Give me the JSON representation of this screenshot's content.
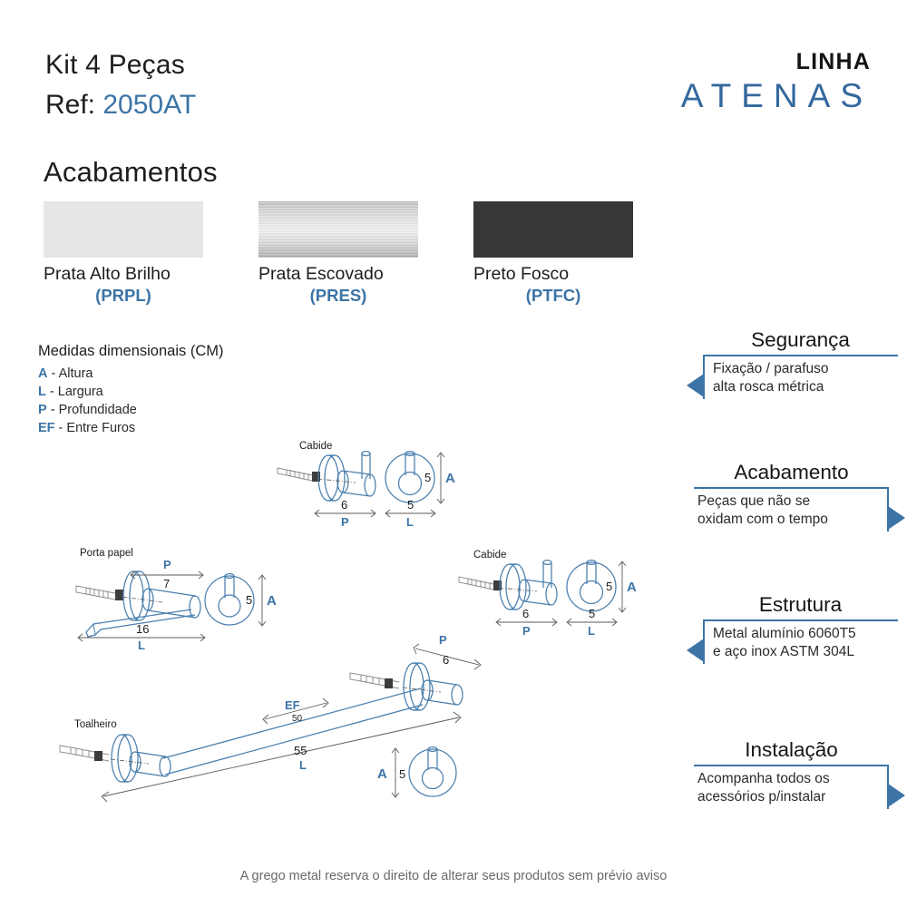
{
  "header": {
    "kit_title": "Kit 4 Peças",
    "ref_label": "Ref: ",
    "ref_value": "2050AT",
    "brand_line": "LINHA",
    "brand_name": "ATENAS"
  },
  "finishes": {
    "section_title": "Acabamentos",
    "items": [
      {
        "name": "Prata Alto Brilho",
        "code": "(PRPL)",
        "color": "#E6E6E6",
        "swatch": "solid-light-gray"
      },
      {
        "name": "Prata Escovado",
        "code": "(PRES)",
        "color": "#D4D5D6",
        "swatch": "brushed-metal"
      },
      {
        "name": "Preto Fosco",
        "code": "(PTFC)",
        "color": "#373737",
        "swatch": "solid-dark"
      }
    ]
  },
  "measures": {
    "title": "Medidas dimensionais (CM)",
    "legend": [
      {
        "key": "A",
        "sep": " - ",
        "desc": "Altura"
      },
      {
        "key": "L",
        "sep": " - ",
        "desc": "Largura"
      },
      {
        "key": "P",
        "sep": " - ",
        "desc": "Profundidade"
      },
      {
        "key": "EF",
        "sep": " - ",
        "desc": "Entre Furos"
      }
    ]
  },
  "features": [
    {
      "title": "Segurança",
      "line1": "Fixação / parafuso",
      "line2": "alta  rosca métrica",
      "arrow": "left"
    },
    {
      "title": "Acabamento",
      "line1": "Peças que não se",
      "line2": "oxidam com o tempo",
      "arrow": "right"
    },
    {
      "title": "Estrutura",
      "line1": "Metal alumínio 6060T5",
      "line2": "e aço inox ASTM 304L",
      "arrow": "left"
    },
    {
      "title": "Instalação",
      "line1": "Acompanha todos os",
      "line2": "acessórios p/instalar",
      "arrow": "right"
    }
  ],
  "drawings": {
    "hook_top": {
      "label": "Cabide",
      "p": "6",
      "p_key": "P",
      "l": "5",
      "l_key": "L",
      "a": "5",
      "a_key": "A"
    },
    "paper_holder": {
      "label": "Porta papel",
      "p": "7",
      "p_key": "P",
      "l": "16",
      "l_key": "L",
      "a": "5",
      "a_key": "A"
    },
    "hook_right": {
      "label": "Cabide",
      "p": "6",
      "p_key": "P",
      "l": "5",
      "l_key": "L",
      "a": "5",
      "a_key": "A"
    },
    "towel_bar": {
      "label": "Toalheiro",
      "p": "6",
      "p_key": "P",
      "l": "55",
      "l_key": "L",
      "a": "5",
      "a_key": "A",
      "ef": "50",
      "ef_key": "EF"
    }
  },
  "footer": {
    "disclaimer": "A grego metal reserva o direito de alterar seus produtos sem prévio aviso"
  },
  "colors": {
    "accent_blue": "#3C74A6",
    "line_blue": "#4A7FAE",
    "text_dark": "#1D1D1D"
  }
}
